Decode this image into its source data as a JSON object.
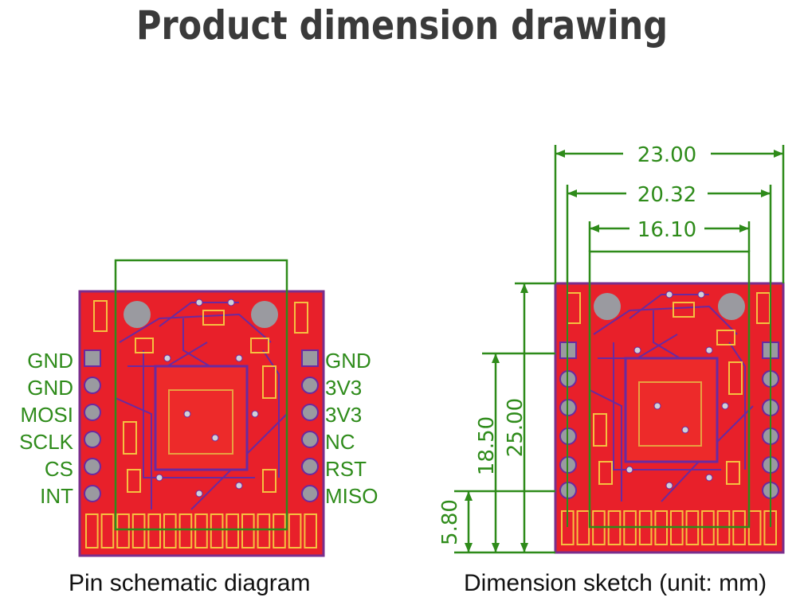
{
  "title": "Product dimension drawing",
  "left_caption": "Pin schematic diagram",
  "right_caption": "Dimension sketch (unit: mm)",
  "left_pins": [
    "GND",
    "GND",
    "MOSI",
    "SCLK",
    "CS",
    "INT"
  ],
  "right_pins": [
    "GND",
    "3V3",
    "3V3",
    "NC",
    "RST",
    "MISO"
  ],
  "dimensions": {
    "width_outer": "23.00",
    "width_pins": "20.32",
    "width_inner": "16.10",
    "height_outer": "25.00",
    "height_pins": "18.50",
    "height_bottom": "5.80"
  },
  "colors": {
    "pcb_red": "#e8202a",
    "pcb_border": "#7a2e8c",
    "trace_purple": "#6a2aa0",
    "annotation_green": "#2e8b1a",
    "pad_gray": "#9a9aa0"
  }
}
